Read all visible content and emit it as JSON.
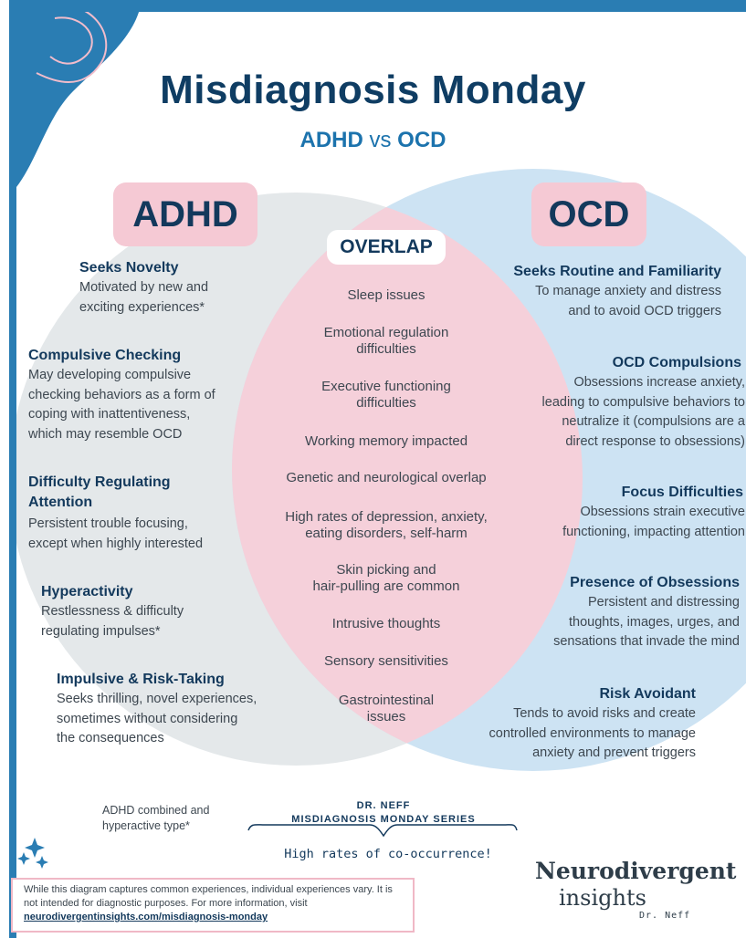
{
  "title": "Misdiagnosis Monday",
  "subtitle": {
    "left": "ADHD",
    "vs": "vs",
    "right": "OCD"
  },
  "badges": {
    "adhd": "ADHD",
    "ocd": "OCD",
    "overlap": "OVERLAP"
  },
  "adhd_items": [
    {
      "heading": "Seeks Novelty",
      "lines": [
        "Motivated by new and",
        "exciting experiences*"
      ]
    },
    {
      "heading": "Compulsive Checking",
      "lines": [
        "May developing compulsive",
        "checking behaviors as a form of",
        "coping with inattentiveness,",
        "which may resemble OCD"
      ]
    },
    {
      "heading": "Difficulty Regulating",
      "heading2": "Attention",
      "lines": [
        "Persistent trouble focusing,",
        "except when highly interested"
      ]
    },
    {
      "heading": "Hyperactivity",
      "lines": [
        "Restlessness & difficulty",
        "regulating impulses*"
      ]
    },
    {
      "heading": "Impulsive & Risk-Taking",
      "lines": [
        "Seeks thrilling, novel experiences,",
        "sometimes without considering",
        "the consequences"
      ]
    }
  ],
  "overlap_items": [
    [
      "Sleep issues"
    ],
    [
      "Emotional regulation",
      "difficulties"
    ],
    [
      "Executive functioning",
      "difficulties"
    ],
    [
      "Working memory impacted"
    ],
    [
      "Genetic and neurological overlap"
    ],
    [
      "High rates of depression, anxiety,",
      "eating disorders, self-harm"
    ],
    [
      "Skin picking and",
      "hair-pulling are common"
    ],
    [
      "Intrusive thoughts"
    ],
    [
      "Sensory sensitivities"
    ],
    [
      "Gastrointestinal",
      "issues"
    ]
  ],
  "ocd_items": [
    {
      "heading": "Seeks Routine and Familiarity",
      "lines": [
        "To manage anxiety and distress",
        "and to avoid OCD triggers"
      ]
    },
    {
      "heading": "OCD Compulsions",
      "lines": [
        "Obsessions increase anxiety,",
        "leading to compulsive behaviors to",
        "neutralize it (compulsions are a",
        "direct response to obsessions)"
      ]
    },
    {
      "heading": "Focus Difficulties",
      "lines": [
        "Obsessions strain executive",
        "functioning, impacting attention"
      ]
    },
    {
      "heading": "Presence of Obsessions",
      "lines": [
        "Persistent and distressing",
        "thoughts, images, urges, and",
        "sensations that invade the mind"
      ]
    },
    {
      "heading": "Risk Avoidant",
      "lines": [
        "Tends to avoid risks and create",
        "controlled environments to manage",
        "anxiety and prevent triggers"
      ]
    }
  ],
  "footnote": {
    "line1": "ADHD combined and",
    "line2": "hyperactive type*"
  },
  "series": {
    "author": "DR. NEFF",
    "name": "MISDIAGNOSIS MONDAY SERIES",
    "tagline": "High rates of co-occurrence!"
  },
  "disclaimer": {
    "text": "While this diagram captures common experiences, individual experiences vary. It is not intended for diagnostic purposes. For more information, visit",
    "link": "neurodivergentinsights.com/misdiagnosis-monday"
  },
  "brand": {
    "line1": "Neurodivergent",
    "line2": "insights",
    "line3": "Dr. Neff"
  },
  "colors": {
    "navy": "#13395c",
    "blue": "#1c73ad",
    "pink": "#f5c9d4",
    "adhd_circle": "#e4e8ea",
    "ocd_circle": "#cde3f3"
  }
}
